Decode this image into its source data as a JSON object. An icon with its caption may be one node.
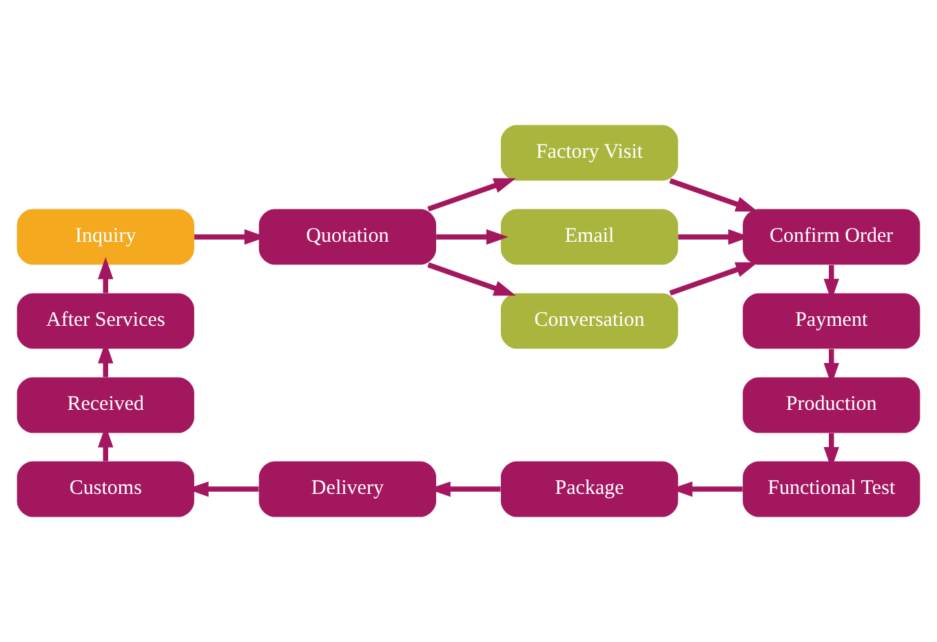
{
  "diagram": {
    "nodes": [
      {
        "text": [
          "Inquiry"
        ]
      },
      {
        "text": [
          "Quotation"
        ]
      },
      {
        "text": [
          "Factory Visit"
        ]
      },
      {
        "text": [
          "Email"
        ]
      },
      {
        "text": [
          "Conversation"
        ]
      },
      {
        "text": [
          "Confirm Order"
        ]
      },
      {
        "text": [
          "Payment"
        ]
      },
      {
        "text": [
          "Production"
        ]
      },
      {
        "text": [
          "Functional Test"
        ]
      },
      {
        "text": [
          "Package"
        ]
      },
      {
        "text": [
          "Delivery"
        ]
      },
      {
        "text": [
          "Customs"
        ]
      },
      {
        "text": [
          "Received"
        ]
      },
      {
        "text": [
          "After Services"
        ]
      }
    ],
    "edges": [
      {
        "from": 0,
        "to": 1,
        "arrow": "to"
      },
      {
        "from": 1,
        "to": 2,
        "arrow": "to"
      },
      {
        "from": 1,
        "to": 3,
        "arrow": "to"
      },
      {
        "from": 1,
        "to": 4,
        "arrow": "to"
      },
      {
        "from": 2,
        "to": 5,
        "arrow": "to"
      },
      {
        "from": 3,
        "to": 5,
        "arrow": "to"
      },
      {
        "from": 4,
        "to": 5,
        "arrow": "to"
      },
      {
        "from": 5,
        "to": 6,
        "arrow": "to"
      },
      {
        "from": 6,
        "to": 7,
        "arrow": "to"
      },
      {
        "from": 7,
        "to": 8,
        "arrow": "to"
      },
      {
        "from": 8,
        "to": 9,
        "arrow": "to"
      },
      {
        "from": 9,
        "to": 10,
        "arrow": "to"
      },
      {
        "from": 10,
        "to": 11,
        "arrow": "to"
      },
      {
        "from": 11,
        "to": 12,
        "arrow": "to"
      },
      {
        "from": 12,
        "to": 13,
        "arrow": "to"
      },
      {
        "from": 13,
        "to": 0,
        "arrow": "to"
      }
    ]
  }
}
